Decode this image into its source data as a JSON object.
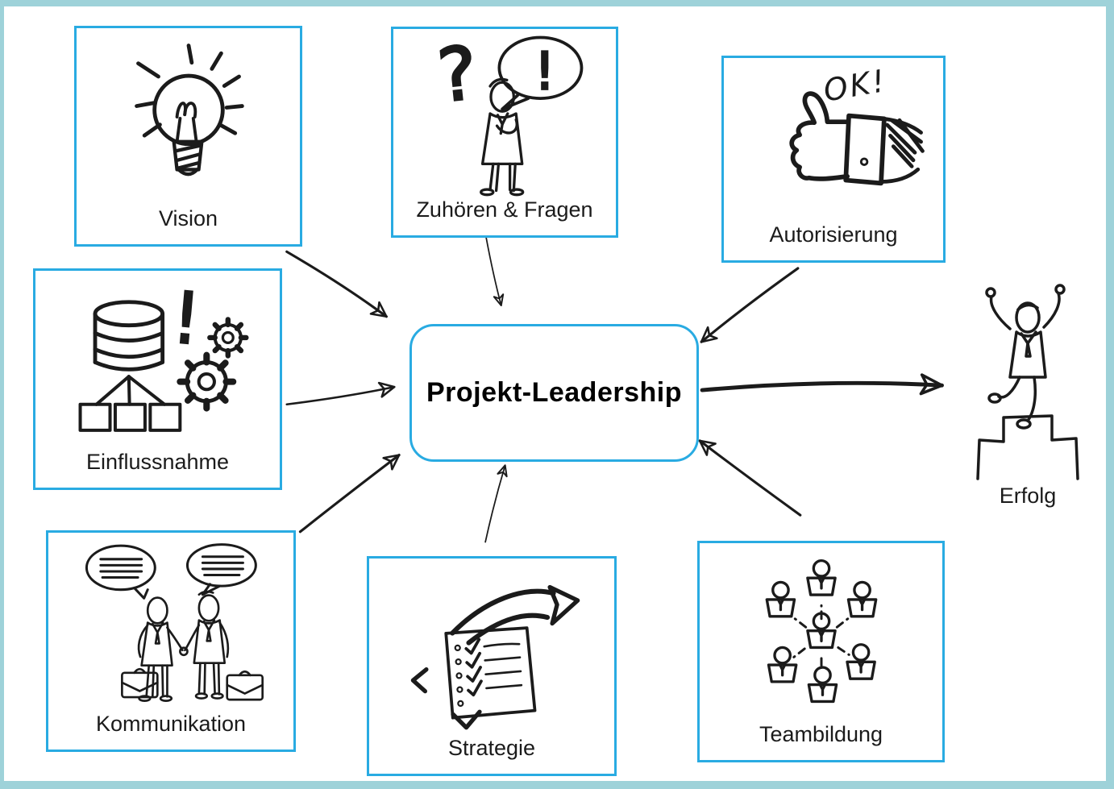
{
  "page": {
    "background": "#ffffff",
    "frame_color": "#9ed2d9",
    "accent_color": "#29abe2",
    "ink_color": "#1b1b1b"
  },
  "center": {
    "label": "Projekt-Leadership"
  },
  "nodes": [
    {
      "id": "vision",
      "label": "Vision",
      "icon": "lightbulb-icon"
    },
    {
      "id": "zuhoeren-fragen",
      "label": "Zuhören & Fragen",
      "icon": "thinking-person-icon",
      "question_glyph": "?",
      "exclamation_glyph": "!"
    },
    {
      "id": "autorisierung",
      "label": "Autorisierung",
      "icon": "thumbs-up-icon",
      "icon_text": "OK!"
    },
    {
      "id": "einflussnahme",
      "label": "Einflussnahme",
      "icon": "database-gears-icon",
      "exclamation_glyph": "!"
    },
    {
      "id": "kommunikation",
      "label": "Kommunikation",
      "icon": "handshake-icon"
    },
    {
      "id": "strategie",
      "label": "Strategie",
      "icon": "checklist-arrow-icon"
    },
    {
      "id": "teambildung",
      "label": "Teambildung",
      "icon": "team-network-icon"
    }
  ],
  "outcome": {
    "label": "Erfolg",
    "icon": "winner-podium-icon"
  },
  "arrows": [
    {
      "from": "vision",
      "to": "center"
    },
    {
      "from": "zuhoeren-fragen",
      "to": "center"
    },
    {
      "from": "autorisierung",
      "to": "center"
    },
    {
      "from": "einflussnahme",
      "to": "center"
    },
    {
      "from": "kommunikation",
      "to": "center"
    },
    {
      "from": "strategie",
      "to": "center"
    },
    {
      "from": "teambildung",
      "to": "center"
    },
    {
      "from": "center",
      "to": "erfolg",
      "emphasis": "bold"
    }
  ]
}
